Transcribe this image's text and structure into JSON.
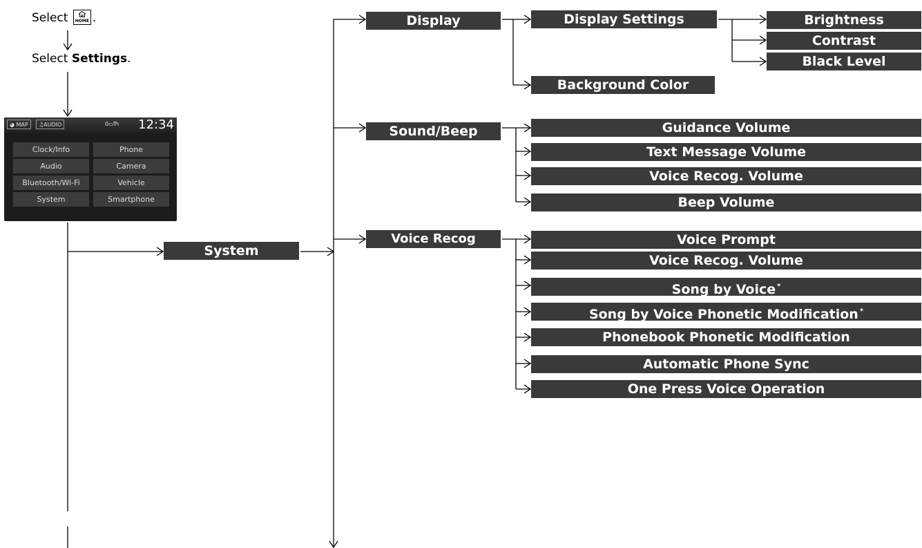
{
  "steps": {
    "step1_prefix": "Select",
    "step1_suffix": ".",
    "home_key_label": "HOME",
    "step2_prefix": "Select ",
    "step2_bold": "Settings",
    "step2_suffix": "."
  },
  "screen": {
    "map_tag": "MAP",
    "audio_tag": "AUDIO",
    "status": "0▭Ƥı",
    "clock": "12:34",
    "buttons": [
      "Clock/Info",
      "Phone",
      "Audio",
      "Camera",
      "Bluetooth/Wi-Fi",
      "Vehicle",
      "System",
      "Smartphone"
    ]
  },
  "menu": {
    "system": "System",
    "display": "Display",
    "display_settings": "Display Settings",
    "brightness": "Brightness",
    "contrast": "Contrast",
    "black_level": "Black Level",
    "background_color": "Background Color",
    "sound_beep": "Sound/Beep",
    "guidance_volume": "Guidance Volume",
    "text_message_volume": "Text Message Volume",
    "voice_recog_volume_1": "Voice Recog. Volume",
    "beep_volume": "Beep Volume",
    "voice_recog": "Voice Recog",
    "voice_prompt": "Voice Prompt",
    "voice_recog_volume_2": "Voice Recog. Volume",
    "song_by_voice": "Song by Voice",
    "song_by_voice_phonetic": "Song by Voice Phonetic Modification",
    "phonebook_phonetic": "Phonebook Phonetic Modification",
    "automatic_phone_sync": "Automatic Phone Sync",
    "one_press_voice": "One Press Voice Operation",
    "footnote_mark": "*"
  }
}
